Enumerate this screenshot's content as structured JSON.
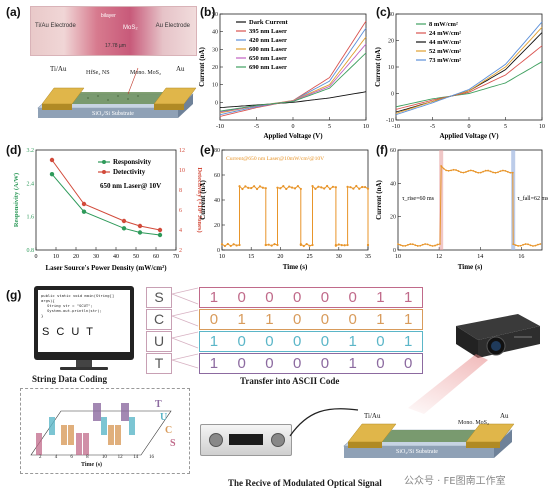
{
  "panels": {
    "a": {
      "label": "(a)",
      "left_electrode": "Ti/Au Electrode",
      "right_electrode": "Au Electrode",
      "center_material": "MoS₂",
      "center_sub": "bilayer",
      "scale_bar": "17.78 µm",
      "ti_au": "Ti/Au",
      "au": "Au",
      "hfse2": "HfSe₂ NS",
      "mono_mos2": "Mono. MoS₂",
      "substrate": "SiO₂/Si Substrate"
    },
    "b": {
      "label": "(b)",
      "ylabel": "Current (nA)",
      "xlabel": "Applied Voltage (V)"
    },
    "c": {
      "label": "(c)",
      "ylabel": "Current (nA)",
      "xlabel": "Applied Voltage (V)"
    },
    "d": {
      "label": "(d)",
      "ylabel_left": "Responsivity (A/W)",
      "ylabel_right": "Detectivity (×10⁸ Jones)",
      "xlabel": "Laser Source's Power Density (mW/cm²)",
      "note": "650 nm Laser@ 10V"
    },
    "e": {
      "label": "(e)",
      "ylabel": "Current (nA)",
      "xlabel": "Time (s)",
      "note": "Current@650 nm Laser@10mW/cm²@10V"
    },
    "f": {
      "label": "(f)",
      "ylabel": "Current (nA)",
      "xlabel": "Time (s)",
      "rise": "τ_rise=60 ms",
      "fall": "τ_fall=62 ms"
    },
    "g": {
      "label": "(g)",
      "code_lines": [
        "public static void main(String[] args){",
        "String str = \"SCUT\";",
        "System.out.println(str);",
        "}"
      ],
      "monitor_text": "S C U T",
      "caption_coding": "String Data Coding",
      "caption_ascii": "Transfer into ASCII Code",
      "caption_receive": "The Recive of Modulated Optical Signal",
      "ascii_rows": [
        {
          "letter": "S",
          "bits": [
            "1",
            "0",
            "0",
            "0",
            "0",
            "0",
            "1",
            "1"
          ],
          "color": "#c06a8a"
        },
        {
          "letter": "C",
          "bits": [
            "0",
            "1",
            "1",
            "0",
            "0",
            "0",
            "1",
            "1"
          ],
          "color": "#d89b5b"
        },
        {
          "letter": "U",
          "bits": [
            "1",
            "0",
            "0",
            "0",
            "0",
            "1",
            "0",
            "1"
          ],
          "color": "#5bb6c8"
        },
        {
          "letter": "T",
          "bits": [
            "1",
            "0",
            "0",
            "0",
            "0",
            "1",
            "0",
            "0"
          ],
          "color": "#8c6aa0"
        }
      ],
      "time_axis": "Time (s)",
      "time_ticks": [
        "2",
        "4",
        "6",
        "8",
        "10",
        "12",
        "14",
        "16"
      ],
      "stack_letters": [
        "T",
        "U",
        "C",
        "S"
      ],
      "device_ti_au": "Ti/Au",
      "device_au": "Au",
      "device_mos2": "Mono. MoS₂",
      "device_substrate": "SiO₂/Si Substrate"
    }
  },
  "watermark": "公众号 · FE图南工作室",
  "chart_data": [
    {
      "panel": "b",
      "type": "line",
      "xlabel": "Applied Voltage (V)",
      "ylabel": "Current (nA)",
      "xlim": [
        -10,
        10
      ],
      "ylim": [
        -10,
        50
      ],
      "xticks": [
        -10,
        -5,
        0,
        5,
        10
      ],
      "yticks": [
        0,
        10,
        20,
        30,
        40,
        50
      ],
      "series": [
        {
          "name": "Dark Current",
          "color": "#111111",
          "x": [
            -10,
            -5,
            0,
            5,
            10
          ],
          "y": [
            -3,
            -1.5,
            0,
            2.5,
            6
          ]
        },
        {
          "name": "395 nm Laser",
          "color": "#d9534f",
          "x": [
            -10,
            -5,
            0,
            5,
            10
          ],
          "y": [
            -8,
            -3,
            1,
            14,
            46
          ]
        },
        {
          "name": "420 nm Laser",
          "color": "#5b8fd9",
          "x": [
            -10,
            -5,
            0,
            5,
            10
          ],
          "y": [
            -7,
            -2.5,
            1,
            12,
            42
          ]
        },
        {
          "name": "600 nm Laser",
          "color": "#e0a030",
          "x": [
            -10,
            -5,
            0,
            5,
            10
          ],
          "y": [
            -6,
            -2,
            1,
            10,
            37
          ]
        },
        {
          "name": "650 nm Laser",
          "color": "#c060c0",
          "x": [
            -10,
            -5,
            0,
            5,
            10
          ],
          "y": [
            -5.5,
            -2,
            0.8,
            9,
            33
          ]
        },
        {
          "name": "690 nm Laser",
          "color": "#40a060",
          "x": [
            -10,
            -5,
            0,
            5,
            10
          ],
          "y": [
            -5,
            -1.8,
            0.5,
            8,
            28
          ]
        }
      ]
    },
    {
      "panel": "c",
      "type": "line",
      "xlabel": "Applied Voltage (V)",
      "ylabel": "Current (nA)",
      "xlim": [
        -10,
        10
      ],
      "ylim": [
        -10,
        30
      ],
      "xticks": [
        -10,
        -5,
        0,
        5,
        10
      ],
      "yticks": [
        -10,
        0,
        10,
        20,
        30
      ],
      "series": [
        {
          "name": "8 mW/cm²",
          "color": "#40a060",
          "x": [
            -10,
            -5,
            0,
            5,
            10
          ],
          "y": [
            -5,
            -2,
            0,
            4,
            12
          ]
        },
        {
          "name": "24 mW/cm²",
          "color": "#d9534f",
          "x": [
            -10,
            -5,
            0,
            5,
            10
          ],
          "y": [
            -6,
            -2.5,
            0.5,
            7,
            18
          ]
        },
        {
          "name": "44 mW/cm²",
          "color": "#111111",
          "x": [
            -10,
            -5,
            0,
            5,
            10
          ],
          "y": [
            -7,
            -3,
            1,
            9,
            23
          ]
        },
        {
          "name": "52 mW/cm²",
          "color": "#e0a030",
          "x": [
            -10,
            -5,
            0,
            5,
            10
          ],
          "y": [
            -7.5,
            -3,
            1,
            10,
            25
          ]
        },
        {
          "name": "73 mW/cm²",
          "color": "#5b8fd9",
          "x": [
            -10,
            -5,
            0,
            5,
            10
          ],
          "y": [
            -8,
            -3.5,
            1.5,
            11,
            27
          ]
        }
      ]
    },
    {
      "panel": "d",
      "type": "line",
      "xlabel": "Laser Source's Power Density (mW/cm²)",
      "xlim": [
        0,
        70
      ],
      "xticks": [
        0,
        10,
        20,
        30,
        40,
        50,
        60,
        70
      ],
      "ylim_left": [
        0.8,
        3.2
      ],
      "yticks_left": [
        0.8,
        1.6,
        2.4,
        3.2
      ],
      "ylim_right": [
        2,
        12
      ],
      "yticks_right": [
        2,
        4,
        6,
        8,
        10,
        12
      ],
      "series": [
        {
          "name": "Responsivity",
          "color": "#2e9a5a",
          "axis": "left",
          "x": [
            8,
            24,
            44,
            52,
            62
          ],
          "y": [
            2.62,
            1.72,
            1.32,
            1.22,
            1.16
          ]
        },
        {
          "name": "Detectivity",
          "color": "#d24a3a",
          "axis": "right",
          "x": [
            8,
            24,
            44,
            52,
            62
          ],
          "y": [
            11.0,
            6.6,
            4.9,
            4.4,
            4.0
          ]
        }
      ]
    },
    {
      "panel": "e",
      "type": "line",
      "xlabel": "Time (s)",
      "ylabel": "Current (nA)",
      "xlim": [
        10,
        35
      ],
      "ylim": [
        0,
        80
      ],
      "xticks": [
        10,
        15,
        20,
        25,
        30,
        35
      ],
      "yticks": [
        0,
        20,
        40,
        60,
        80
      ],
      "color": "#e8952a",
      "on_level": 50,
      "off_level": 4,
      "cycles": [
        [
          13,
          17.5
        ],
        [
          19.5,
          23.5
        ],
        [
          25.5,
          29.5
        ],
        [
          31.5,
          35
        ]
      ]
    },
    {
      "panel": "f",
      "type": "line",
      "xlabel": "Time (s)",
      "ylabel": "Current (nA)",
      "xlim": [
        10,
        17
      ],
      "ylim": [
        0,
        60
      ],
      "xticks": [
        10,
        12,
        14,
        16
      ],
      "yticks": [
        0,
        20,
        40,
        60
      ],
      "color": "#e8952a",
      "on_level": 47,
      "off_level": 3,
      "rise_at": 12.1,
      "fall_at": 15.6
    }
  ]
}
